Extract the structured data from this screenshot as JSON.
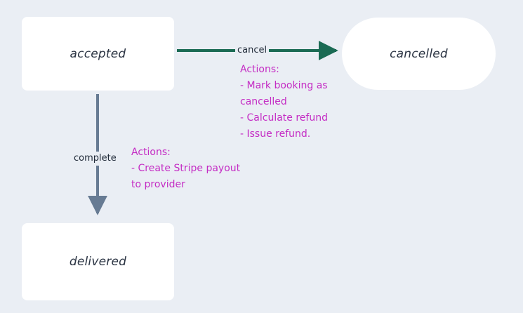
{
  "diagram": {
    "type": "state-machine",
    "background_color": "#eaeef4",
    "states": [
      {
        "id": "accepted",
        "label": "accepted",
        "shape": "rounded-rect"
      },
      {
        "id": "delivered",
        "label": "delivered",
        "shape": "rounded-rect"
      },
      {
        "id": "cancelled",
        "label": "cancelled",
        "shape": "stadium"
      }
    ],
    "transitions": [
      {
        "id": "accepted-to-cancelled",
        "from": "accepted",
        "to": "cancelled",
        "label": "cancel",
        "color": "#1b6b54",
        "direction": "horizontal",
        "actions_heading": "Actions:",
        "actions": [
          "- Mark booking as",
          "cancelled",
          "- Calculate refund",
          "- Issue refund."
        ]
      },
      {
        "id": "accepted-to-delivered",
        "from": "accepted",
        "to": "delivered",
        "label": "complete",
        "color": "#677b93",
        "direction": "vertical",
        "actions_heading": "Actions:",
        "actions": [
          "- Create Stripe payout",
          "to provider"
        ]
      }
    ],
    "colors": {
      "node_fill": "#ffffff",
      "node_text": "#2b3443",
      "edge_label_text": "#1f2937",
      "cancel_edge": "#1b6b54",
      "complete_edge": "#677b93",
      "actions_text": "#c42cc4"
    }
  }
}
